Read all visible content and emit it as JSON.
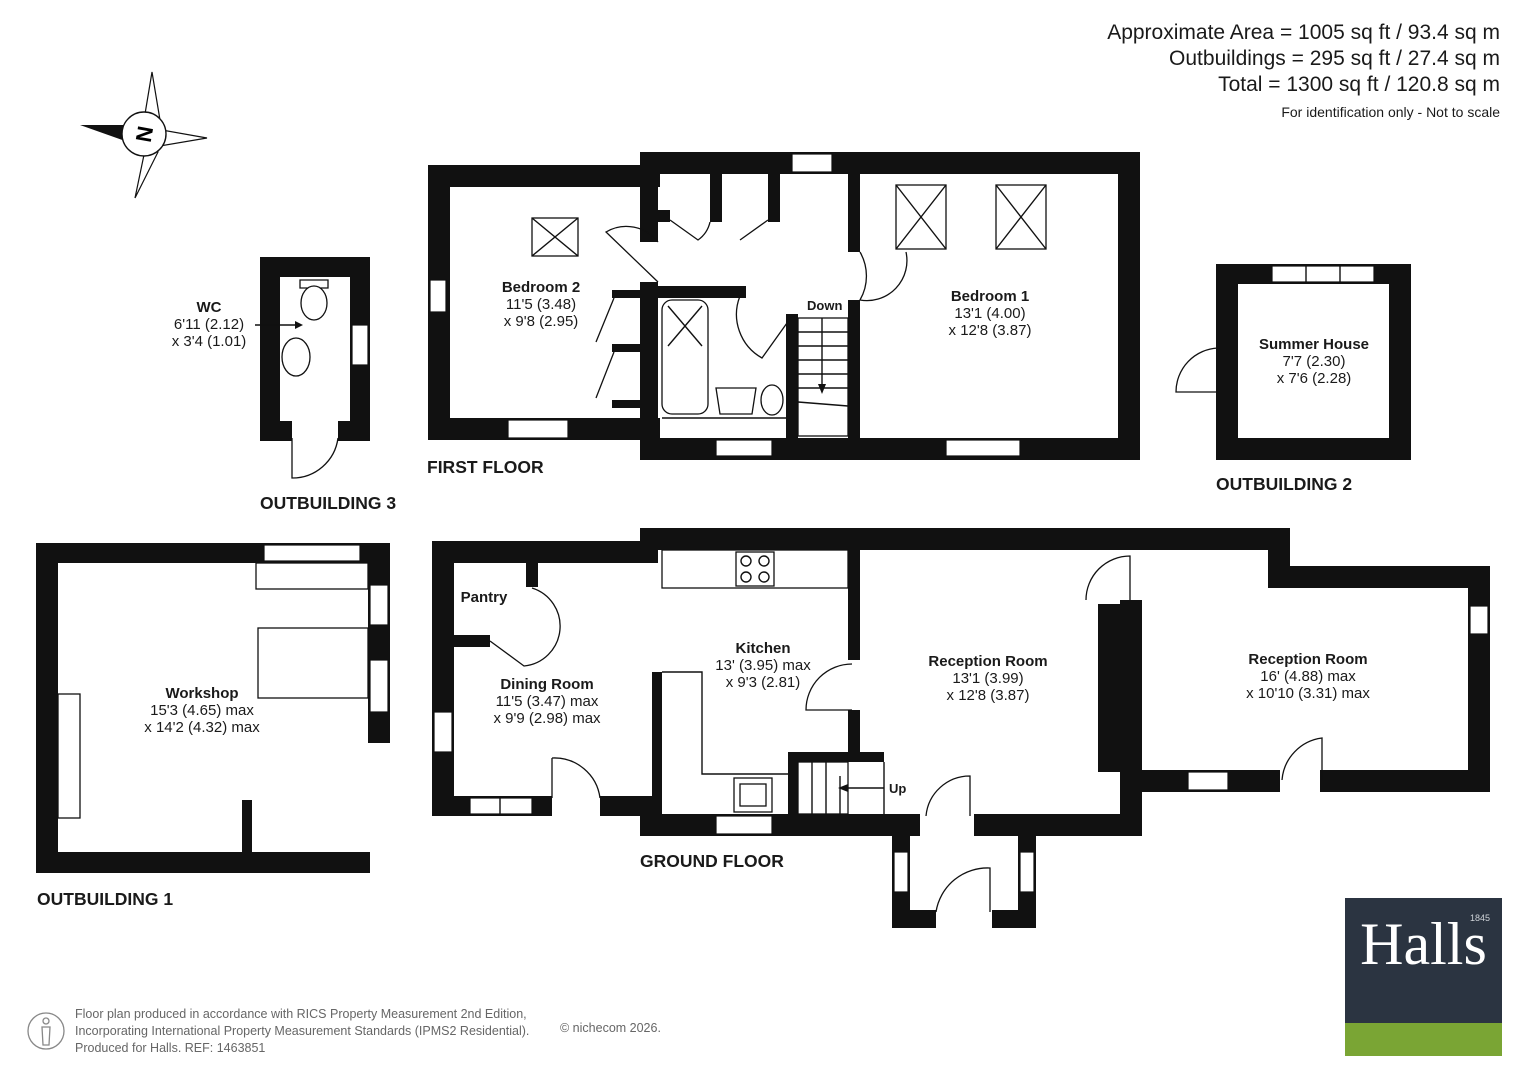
{
  "summary": {
    "approx_area": "Approximate Area = 1005 sq ft / 93.4 sq m",
    "outbuildings": "Outbuildings = 295 sq ft / 27.4 sq m",
    "total": "Total = 1300 sq ft / 120.8 sq m",
    "identification": "For identification only - Not to scale"
  },
  "compass": {
    "letter": "N",
    "icon": "compass-rose-icon"
  },
  "floors": {
    "first": "FIRST FLOOR",
    "ground": "GROUND FLOOR",
    "outbuilding1": "OUTBUILDING 1",
    "outbuilding2": "OUTBUILDING 2",
    "outbuilding3": "OUTBUILDING 3"
  },
  "stairs": {
    "down": "Down",
    "up": "Up"
  },
  "rooms": {
    "wc": {
      "name": "WC",
      "dim1": "6'11 (2.12)",
      "dim2": "x 3'4 (1.01)"
    },
    "bedroom2": {
      "name": "Bedroom 2",
      "dim1": "11'5 (3.48)",
      "dim2": "x 9'8 (2.95)"
    },
    "bedroom1": {
      "name": "Bedroom 1",
      "dim1": "13'1 (4.00)",
      "dim2": "x 12'8 (3.87)"
    },
    "summer_house": {
      "name": "Summer House",
      "dim1": "7'7 (2.30)",
      "dim2": "x 7'6 (2.28)"
    },
    "workshop": {
      "name": "Workshop",
      "dim1": "15'3 (4.65) max",
      "dim2": "x 14'2 (4.32) max"
    },
    "pantry": {
      "name": "Pantry"
    },
    "dining": {
      "name": "Dining Room",
      "dim1": "11'5 (3.47) max",
      "dim2": "x 9'9 (2.98) max"
    },
    "kitchen": {
      "name": "Kitchen",
      "dim1": "13' (3.95) max",
      "dim2": "x 9'3 (2.81)"
    },
    "reception1": {
      "name": "Reception Room",
      "dim1": "13'1 (3.99)",
      "dim2": "x 12'8 (3.87)"
    },
    "reception2": {
      "name": "Reception Room",
      "dim1": "16' (4.88) max",
      "dim2": "x 10'10 (3.31) max"
    }
  },
  "footer": {
    "line1": "Floor plan produced in accordance with RICS Property Measurement 2nd Edition,",
    "line2": "Incorporating International Property Measurement Standards (IPMS2 Residential).",
    "line3": "Produced for Halls.   REF: 1463851",
    "copyright": "© nichecom 2026."
  },
  "logo": {
    "word": "Halls",
    "year": "1845",
    "colors": {
      "navy": "#2b3441",
      "green": "#7aa534"
    }
  }
}
